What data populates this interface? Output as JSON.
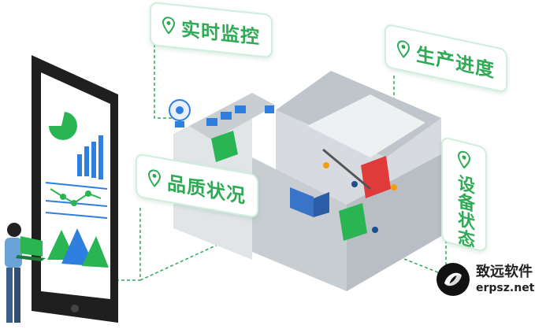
{
  "callouts": {
    "monitor": "实时监控",
    "progress": "生产进度",
    "equipment": "设备状态",
    "quality": "品质状况"
  },
  "brand": {
    "name": "致远软件",
    "url": "erpsz.net"
  },
  "colors": {
    "accent_green": "#2faa55",
    "tablet_dark": "#1f1f1f",
    "chart_blue": "#2f7fe0",
    "chart_green": "#28b552",
    "building_gray": "#cfd3d6"
  },
  "icons": [
    "location-pin-icon",
    "camera-icon",
    "brand-logo-icon"
  ]
}
